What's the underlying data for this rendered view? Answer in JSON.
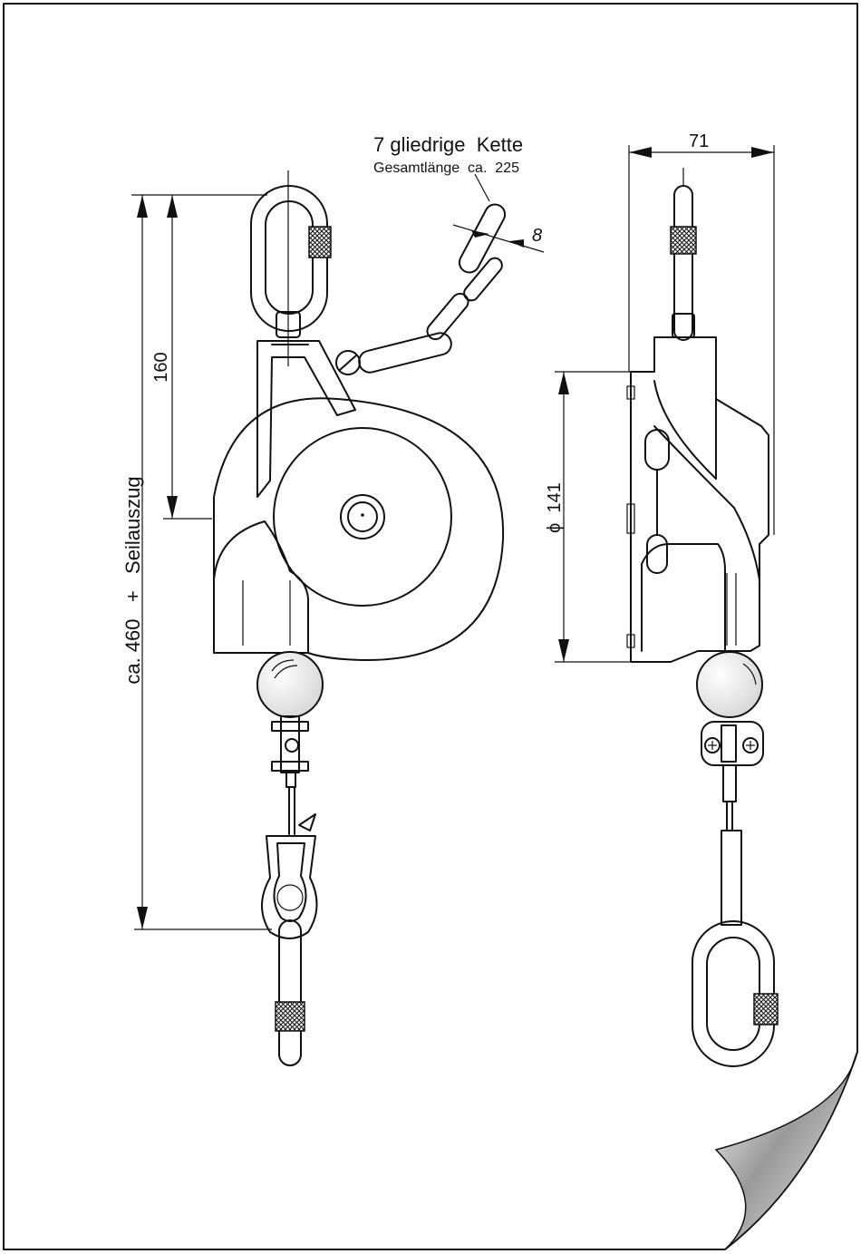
{
  "annotations": {
    "chain_title": "7 gliedrige  Kette",
    "chain_total_length": "Gesamtlänge  ca.  225",
    "chain_link_width": "8",
    "width_dim": "71",
    "height_top": "160",
    "drum_diameter": "ϕ  141",
    "total_length": "ca. 460   +   Seilauszug"
  },
  "colors": {
    "line": "#111111",
    "paper": "#ffffff",
    "page_curl_shadow": "#8a8a8a"
  }
}
